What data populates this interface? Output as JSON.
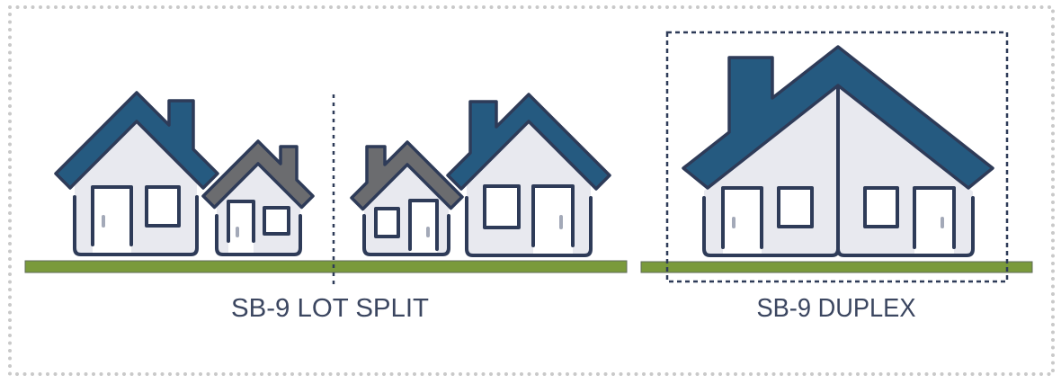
{
  "sections": {
    "lot_split": {
      "label": "SB-9 LOT SPLIT",
      "houses": [
        {
          "name": "large-house",
          "roof": "blue",
          "chimney": "right"
        },
        {
          "name": "small-house",
          "roof": "gray",
          "chimney": "right"
        },
        {
          "name": "small-house",
          "roof": "gray",
          "chimney": "left"
        },
        {
          "name": "large-house",
          "roof": "blue",
          "chimney": "left"
        }
      ],
      "divider": "dashed lot line"
    },
    "duplex": {
      "label": "SB-9 DUPLEX",
      "units": 2,
      "roof": "blue",
      "boundary": "dashed box"
    }
  },
  "colors": {
    "roof-blue": "#255a80",
    "roof-gray": "#6b6c6f",
    "outline": "#2e3b58",
    "wall-fill": "#e8e9ef",
    "handle": "#a3a9b8",
    "ground": "#7a9a3b",
    "frame-dots": "#c9c9c9",
    "label": "#3b4660"
  },
  "icons": [
    "house-icon",
    "chimney-icon",
    "door-icon",
    "window-icon",
    "ground-strip",
    "dashed-lot-line",
    "dashed-duplex-boundary"
  ]
}
